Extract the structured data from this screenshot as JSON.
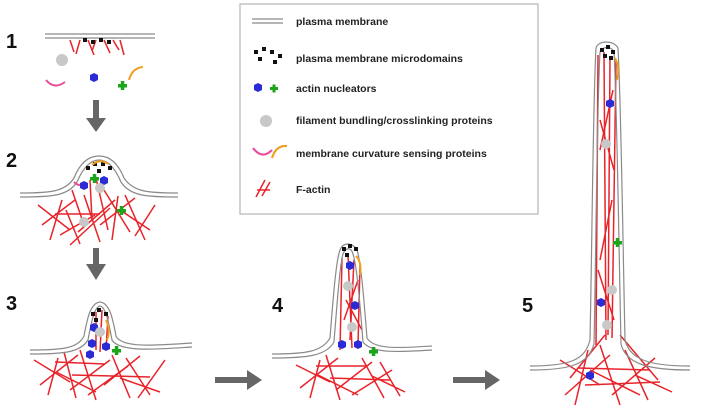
{
  "steps": [
    "1",
    "2",
    "3",
    "4",
    "5"
  ],
  "legend": {
    "items": [
      {
        "icon": "plasma-membrane-icon",
        "label": "plasma membrane"
      },
      {
        "icon": "microdomains-icon",
        "label": "plasma membrane microdomains"
      },
      {
        "icon": "actin-nucleators-icon",
        "label": "actin nucleators"
      },
      {
        "icon": "bundling-protein-icon",
        "label": "filament bundling/crosslinking proteins"
      },
      {
        "icon": "curvature-protein-icon",
        "label": "membrane curvature sensing proteins"
      },
      {
        "icon": "f-actin-icon",
        "label": "F-actin"
      }
    ]
  },
  "colors": {
    "membrane": "#8a8a8a",
    "actin": "#e8232a",
    "nucleator_blue": "#2b2bd6",
    "nucleator_green": "#1aa51a",
    "bundler": "#c8c8c8",
    "curvature_pink": "#e8509a",
    "curvature_orange": "#f0a020",
    "microdomain": "#111111",
    "arrow": "#666666"
  }
}
